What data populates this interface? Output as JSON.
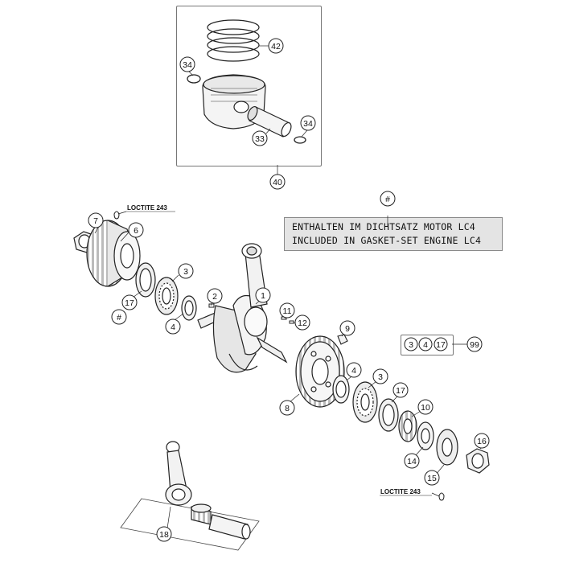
{
  "colors": {
    "line": "#222222",
    "note_bg": "#e4e4e4",
    "part_fill": "#f4f4f4",
    "part_shade": "#cfcfcf"
  },
  "note": {
    "line1": "ENTHALTEN IM DICHTSATZ MOTOR LC4",
    "line2": "INCLUDED IN GASKET-SET ENGINE LC4"
  },
  "kit": {
    "items": [
      "3",
      "4",
      "17"
    ],
    "result": "99"
  },
  "loctite": {
    "top": "LOCTITE 243",
    "bottom": "LOCTITE 243"
  },
  "callouts": {
    "c42": "42",
    "c34a": "34",
    "c34b": "34",
    "c33": "33",
    "c40": "40",
    "hash_note": "#",
    "c7": "7",
    "c6": "6",
    "c3a": "3",
    "c17a": "17",
    "hash_left": "#",
    "c4a": "4",
    "c2": "2",
    "c1": "1",
    "c11": "11",
    "c12": "12",
    "c9": "9",
    "c4b": "4",
    "c3b": "3",
    "c17b": "17",
    "c10": "10",
    "c8": "8",
    "c16": "16",
    "c14": "14",
    "c15": "15",
    "c18": "18"
  }
}
